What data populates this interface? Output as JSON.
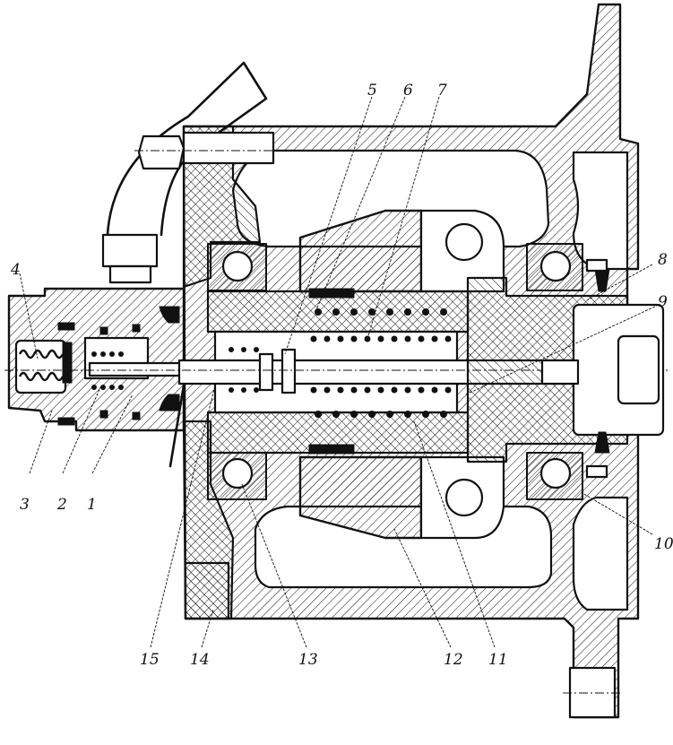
{
  "figure": {
    "type": "mechanical-cross-section",
    "description": "Sectional view of a spring-loaded shaft assembly in a cast housing",
    "callouts": [
      {
        "id": "1",
        "label": "1"
      },
      {
        "id": "2",
        "label": "2"
      },
      {
        "id": "3",
        "label": "3"
      },
      {
        "id": "4",
        "label": "4"
      },
      {
        "id": "5",
        "label": "5"
      },
      {
        "id": "6",
        "label": "6"
      },
      {
        "id": "7",
        "label": "7"
      },
      {
        "id": "8",
        "label": "8"
      },
      {
        "id": "9",
        "label": "9"
      },
      {
        "id": "10",
        "label": "10"
      },
      {
        "id": "11",
        "label": "11"
      },
      {
        "id": "12",
        "label": "12"
      },
      {
        "id": "13",
        "label": "13"
      },
      {
        "id": "14",
        "label": "14"
      },
      {
        "id": "15",
        "label": "15"
      }
    ]
  },
  "colors": {
    "ink": "#111111",
    "paper": "#ffffff"
  }
}
